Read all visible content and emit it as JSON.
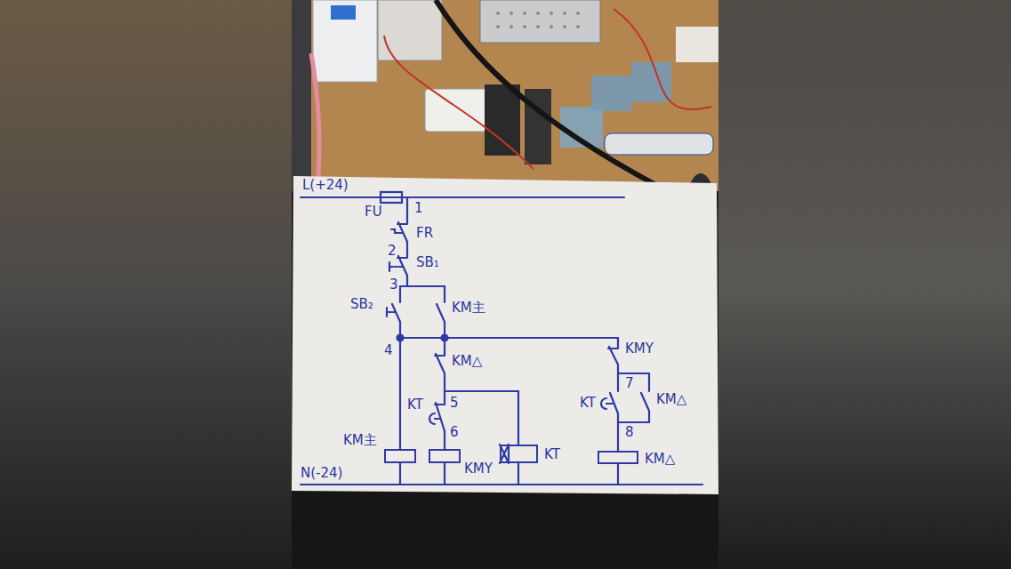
{
  "diagram": {
    "nodes": [
      {
        "text": [
          "KM主"
        ]
      },
      {
        "text": [
          "KMY"
        ]
      },
      {
        "text": [
          "KT"
        ]
      },
      {
        "text": [
          "KM△"
        ]
      }
    ],
    "labels": [
      "L(+24)",
      "FU",
      "1",
      "FR",
      "2",
      "SB₁",
      "3",
      "SB₂",
      "KM主",
      "4",
      "KM△",
      "KMY",
      "5",
      "KT",
      "7",
      "KT",
      "KM△",
      "6",
      "8",
      "N(-24)"
    ]
  }
}
